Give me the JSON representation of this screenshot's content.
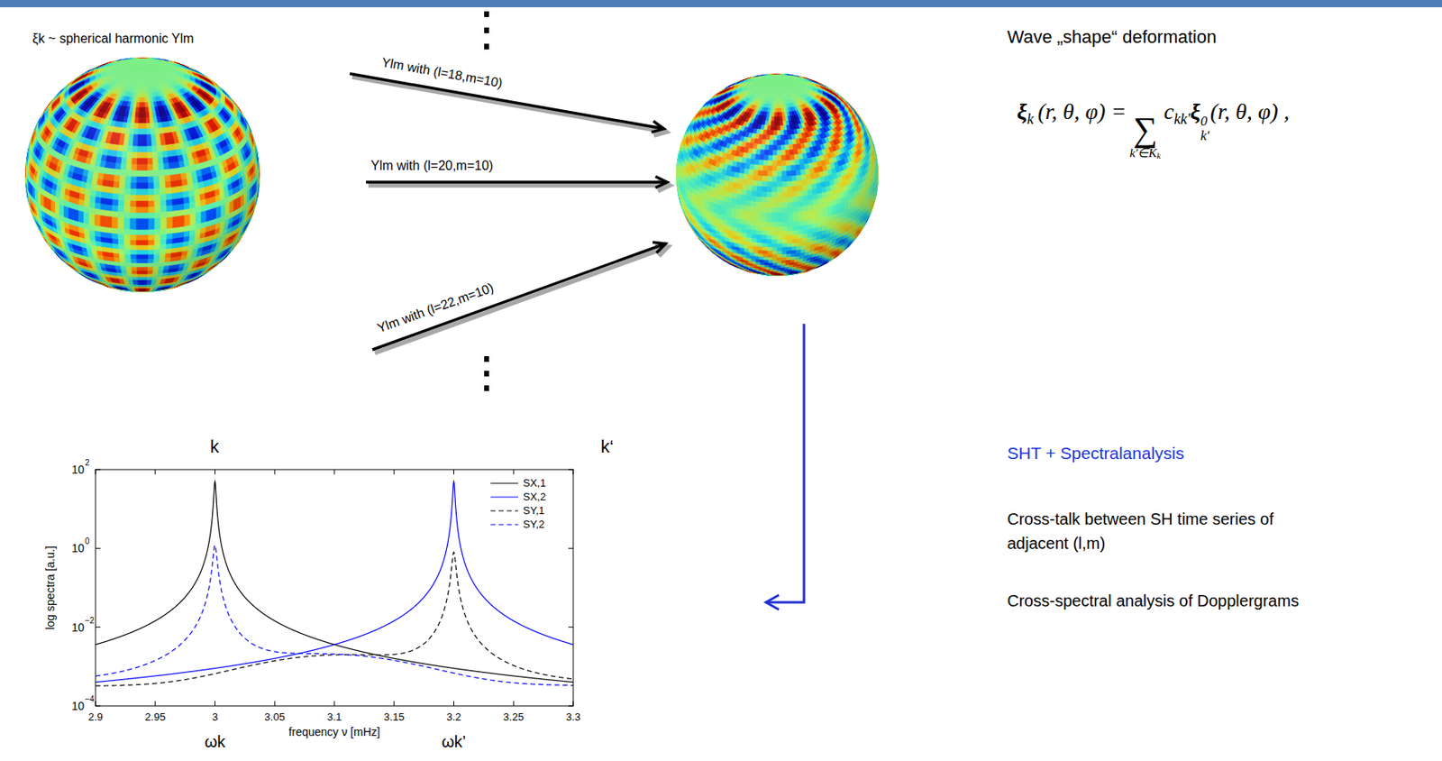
{
  "diagram": {
    "title": "Wave „shape“ deformation",
    "labels": [
      "ξk ~ spherical harmonic Ylm",
      "Ylm with (l=18,m=10)",
      "Ylm with (l=20,m=10)",
      "Ylm with (l=22,m=10)",
      "ξ",
      "k",
      "(r, θ, φ) =",
      "∑",
      "k′∈K",
      "k",
      "c",
      "kk′",
      "ξ",
      "0",
      "k′",
      "(r, θ, φ) ,",
      "SHT + Spectralanalysis",
      "Cross-talk between SH time series of adjacent (l,m)",
      "Cross-spectral analysis of Dopplergrams",
      "k",
      "k‘",
      "log spectra [a.u.]",
      "frequency ν [mHz]",
      "2.9",
      "2.95",
      "3",
      "3.05",
      "3.1",
      "3.15",
      "3.2",
      "3.25",
      "3.3",
      "10",
      "2",
      "10",
      "0",
      "10",
      "−2",
      "10",
      "−4",
      "ωk",
      "ωk’"
    ],
    "legend": [
      {
        "text": "SX,1"
      },
      {
        "text": "SX,2"
      },
      {
        "text": "SY,1"
      },
      {
        "text": "SY,2"
      }
    ]
  }
}
